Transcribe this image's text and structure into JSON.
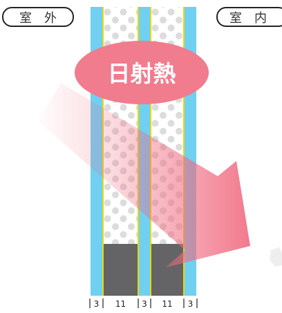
{
  "labels": {
    "outdoor": "室　外",
    "indoor": "室　内",
    "solar_heat": "日射熱"
  },
  "dimensions": [
    "3",
    "11",
    "3",
    "11",
    "3"
  ],
  "colors": {
    "glass": "#6fd0f2",
    "spacer": "#f2d500",
    "desiccant": "#646466",
    "dots": "#dcdcdc",
    "bubble": "#f07c8e",
    "arrow": "#f06b80",
    "text_dark": "#333333",
    "text_light": "#ffffff"
  }
}
